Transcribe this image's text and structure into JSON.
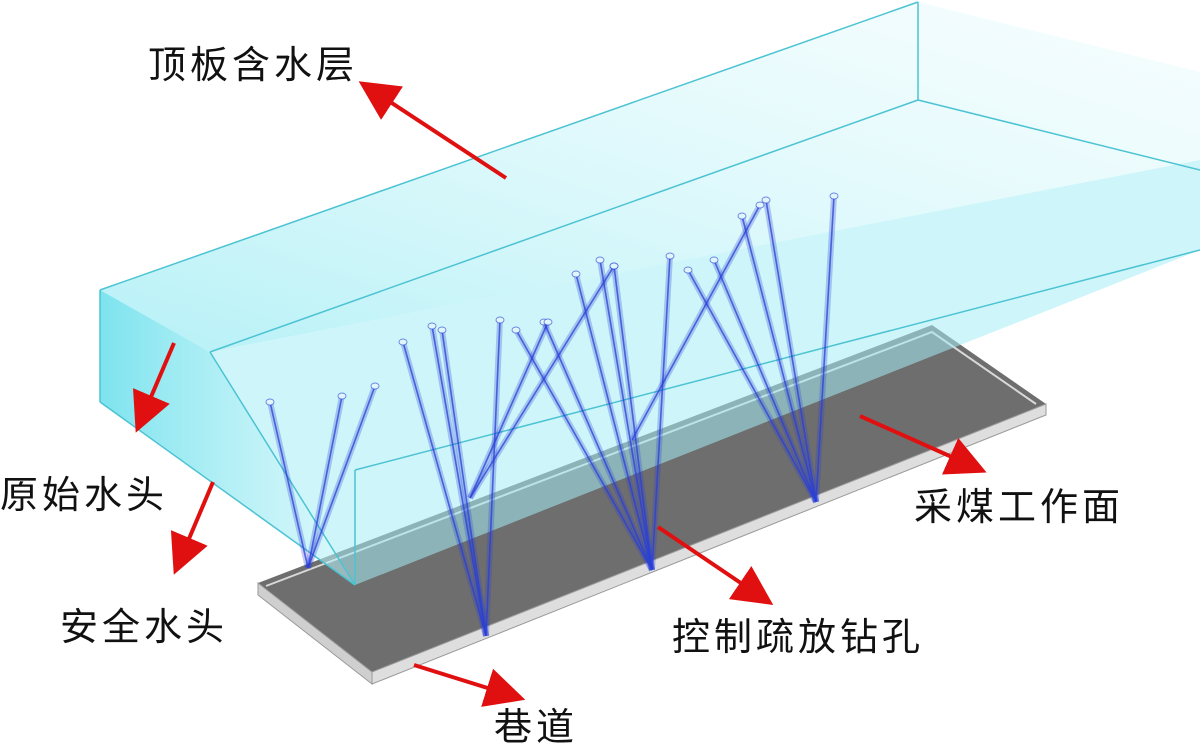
{
  "labels": {
    "aquifer": "顶板含水层",
    "original_head": "原始水头",
    "safe_head": "安全水头",
    "working_face": "采煤工作面",
    "drainage_boreholes": "控制疏放钻孔",
    "roadway": "巷道"
  },
  "colors": {
    "aquifer_fill": "#7fe3ee",
    "aquifer_edge": "#4cc3d3",
    "face_top": "#6f6f6f",
    "face_side": "#c8c8c8",
    "borehole": "#2a3fd6",
    "arrow": "#e01010"
  }
}
